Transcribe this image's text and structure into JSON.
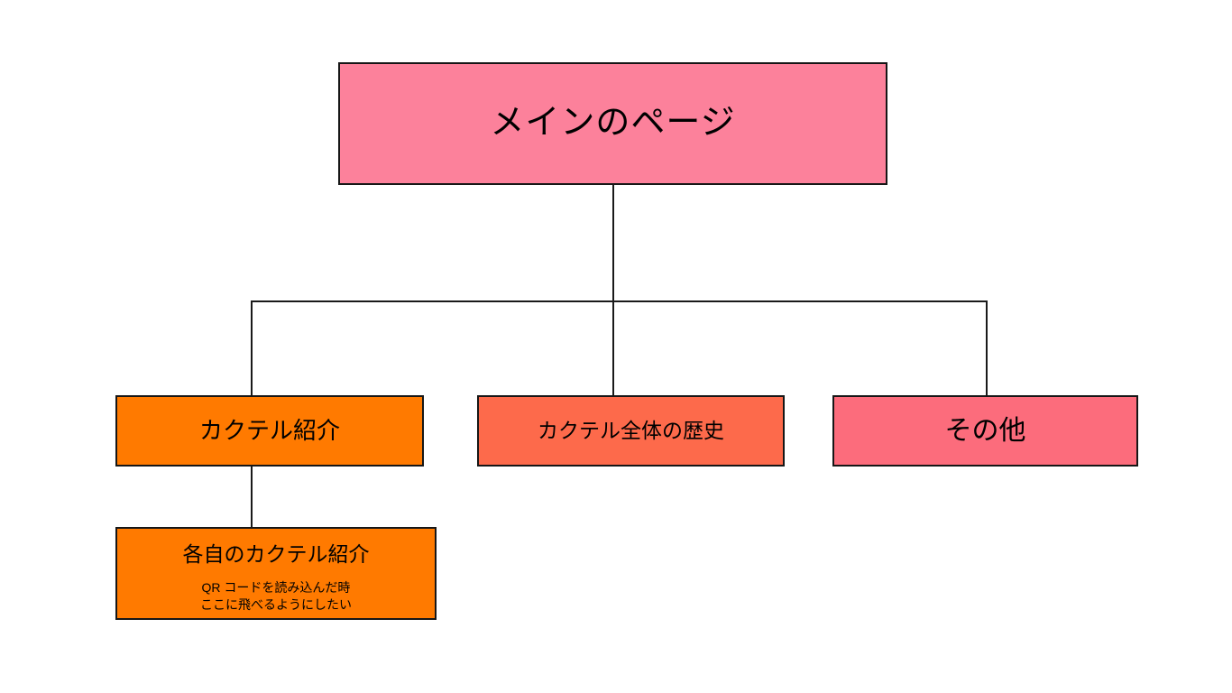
{
  "diagram": {
    "type": "tree-hierarchy",
    "background_color": "#ffffff",
    "line_color": "#1a1a1a",
    "root": {
      "label": "メインのページ",
      "color": "#fc819b"
    },
    "children": [
      {
        "label": "カクテル紹介",
        "color": "#ff7a00",
        "child": {
          "label": "各自のカクテル紹介",
          "color": "#ff7a00",
          "sublines": [
            "QR コードを読み込んだ時",
            "ここに飛べるようにしたい"
          ]
        }
      },
      {
        "label": "カクテル全体の歴史",
        "color": "#fd6a4b"
      },
      {
        "label": "その他",
        "color": "#fc6c7c"
      }
    ]
  }
}
